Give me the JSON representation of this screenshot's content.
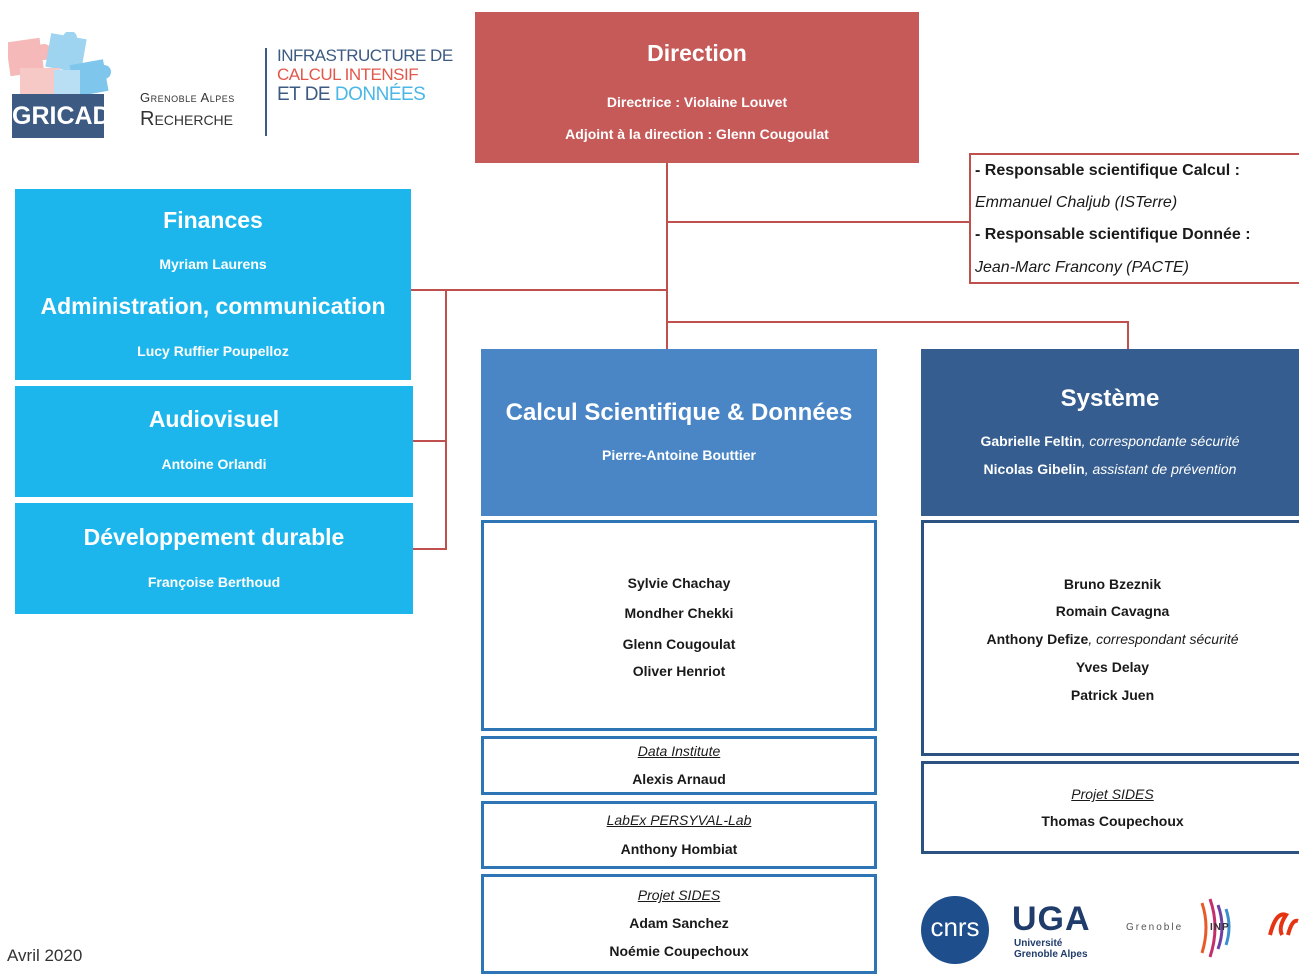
{
  "logos": {
    "gricad": "GRICAD",
    "grenoble_alpes": "Grenoble Alpes",
    "recherche": "Recherche",
    "infra_line1": "INFRASTRUCTURE DE",
    "infra_line2": "CALCUL INTENSIF",
    "infra_line3_a": "ET DE ",
    "infra_line3_b": "DONNÉES",
    "cnrs": "cnrs",
    "uga": "UGA",
    "uga_sub1": "Université",
    "uga_sub2": "Grenoble Alpes",
    "grenoble_inp_a": "Grenoble",
    "grenoble_inp_b": "INP"
  },
  "direction": {
    "title": "Direction",
    "line1": "Directrice : Violaine Louvet",
    "line2": "Adjoint à la direction : Glenn Cougoulat"
  },
  "scientific": {
    "calc_label": "- Responsable scientifique Calcul :",
    "calc_name": "Emmanuel Chaljub (ISTerre)",
    "data_label": "- Responsable scientifique Donnée :",
    "data_name": "Jean-Marc Francony (PACTE)"
  },
  "finances": {
    "title": "Finances",
    "name": "Myriam Laurens",
    "title2": "Administration,  communication",
    "name2": "Lucy Ruffier Poupelloz"
  },
  "audiovisuel": {
    "title": "Audiovisuel",
    "name": "Antoine Orlandi"
  },
  "durable": {
    "title": "Développement durable",
    "name": "Françoise Berthoud"
  },
  "csd": {
    "title": "Calcul Scientifique  & Données",
    "head": "Pierre-Antoine Bouttier",
    "members": [
      "Sylvie Chachay",
      "Mondher Chekki",
      "Glenn Cougoulat",
      "Oliver Henriot"
    ],
    "data_institute": {
      "project": "Data Institute",
      "name": "Alexis Arnaud"
    },
    "labex": {
      "project": "LabEx PERSYVAL-Lab",
      "name": "Anthony Hombiat"
    },
    "sides": {
      "project": "Projet SIDES",
      "name1": "Adam Sanchez",
      "name2": "Noémie Coupechoux"
    }
  },
  "systeme": {
    "title": "Système",
    "l1_name": "Gabrielle Feltin",
    "l1_role": ", correspondante sécurité",
    "l2_name": "Nicolas Gibelin",
    "l2_role": ", assistant de prévention",
    "m1": "Bruno Bzeznik",
    "m2": "Romain Cavagna",
    "m3_name": "Anthony Defize",
    "m3_role": ", correspondant sécurité",
    "m4": "Yves Delay",
    "m5": "Patrick Juen",
    "sides": {
      "project": "Projet SIDES",
      "name": "Thomas Coupechoux"
    }
  },
  "date": "Avril 2020",
  "colors": {
    "direction": "#c55a59",
    "connector": "#c0504d",
    "light_blue": "#1cb6ec",
    "csd_blue": "#4a86c6",
    "systeme_blue": "#355d8f"
  }
}
